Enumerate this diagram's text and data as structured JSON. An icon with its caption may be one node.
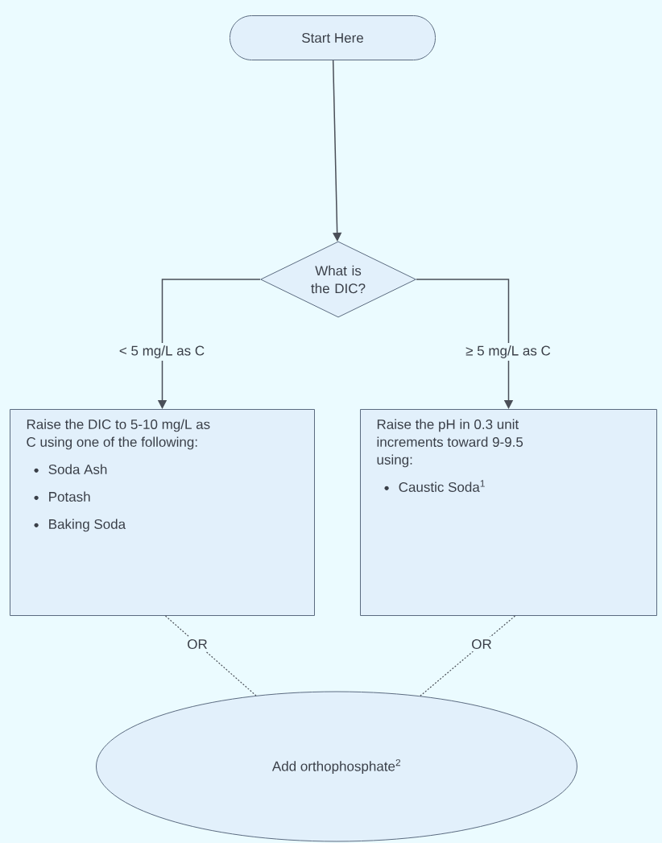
{
  "diagram": {
    "nodes": [
      {
        "text": [
          "Start Here"
        ]
      },
      {
        "text": [
          "What is the DIC?"
        ]
      },
      {
        "text": [
          "Raise the DIC to 5-10 mg/L as C using one of the following:",
          "Soda Ash",
          "Potash",
          "Baking Soda"
        ]
      },
      {
        "text": [
          "Raise the pH in 0.3 unit increments toward 9-9.5 using:",
          "Caustic Soda$^{1}$"
        ]
      },
      {
        "text": [
          "Add orthophosphate$^{2}$"
        ]
      }
    ],
    "edges": [
      {
        "from": 0,
        "to": 1,
        "arrow": "to"
      },
      {
        "from": 1,
        "to": 2,
        "arrow": "to",
        "label": "< 5 mg/L as C"
      },
      {
        "from": 1,
        "to": 3,
        "arrow": "to",
        "label": "≥ 5 mg/L as C"
      },
      {
        "from": 2,
        "to": 4,
        "arrow": "none",
        "label": "OR",
        "style": "dashed"
      },
      {
        "from": 3,
        "to": 4,
        "arrow": "none",
        "label": "OR",
        "style": "dashed"
      }
    ]
  }
}
